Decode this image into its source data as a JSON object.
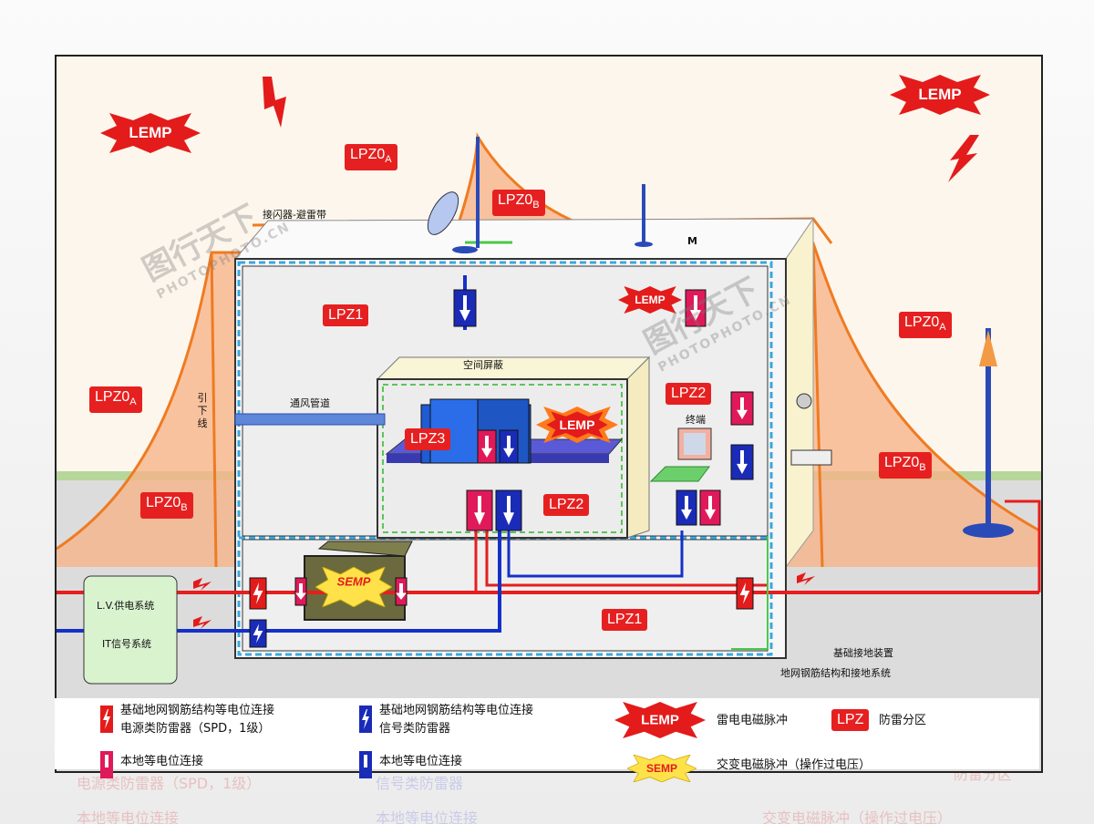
{
  "zones": {
    "lpz0a_top": {
      "main": "LPZ0",
      "sub": "A"
    },
    "lpz0b_top": {
      "main": "LPZ0",
      "sub": "B"
    },
    "lpz0a_left": {
      "main": "LPZ0",
      "sub": "A"
    },
    "lpz0b_left": {
      "main": "LPZ0",
      "sub": "B"
    },
    "lpz0a_right": {
      "main": "LPZ0",
      "sub": "A"
    },
    "lpz0b_right": {
      "main": "LPZ0",
      "sub": "B"
    },
    "lpz1_top": "LPZ1",
    "lpz1_bottom": "LPZ1",
    "lpz2_inner": "LPZ2",
    "lpz2_right": "LPZ2",
    "lpz3": "LPZ3"
  },
  "labels": {
    "air_terminal": "接闪器-避雷带",
    "down_conductor": "引下线",
    "vent_pipe": "通风管道",
    "space_shield": "空间屏蔽",
    "terminal": "终端",
    "lv_supply": "L.V.供电系统",
    "it_signal": "IT信号系统",
    "foundation_earth": "基础接地装置",
    "earth_grid": "地网钢筋结构和接地系统",
    "motor": "M"
  },
  "badges": {
    "lemp": "LEMP",
    "semp": "SEMP"
  },
  "legend": {
    "power_spd_line1": "基础地网钢筋结构等电位连接",
    "power_spd_line2": "电源类防雷器（SPD，1级）",
    "signal_spd_line1": "基础地网钢筋结构等电位连接",
    "signal_spd_line2": "信号类防雷器",
    "local_bond_red": "本地等电位连接",
    "local_bond_blue": "本地等电位连接",
    "lemp_desc": "雷电电磁脉冲",
    "lpz_tag": "LPZ",
    "lpz_desc": "防雷分区",
    "semp_desc": "交变电磁脉冲（操作过电压）"
  },
  "ghost": {
    "row1_left": "电源类防雷器（SPD，1级）",
    "row1_mid": "信号类防雷器",
    "row1_right": "防雷分区",
    "row2_left": "本地等电位连接",
    "row2_mid": "本地等电位连接",
    "row2_right": "交变电磁脉冲（操作过电压）"
  },
  "watermark": {
    "cn": "图行天下",
    "en": "PHOTOPHOTO.CN"
  },
  "colors": {
    "zone_fill": "#f7b488",
    "zone_line": "#ef7b22",
    "spd_red": "#e0195a",
    "spd_blue": "#1a2bb8",
    "power_line": "#e51e1e",
    "signal_line": "#1530c8",
    "lemp_red": "#e41b1b",
    "semp_yellow": "#ffe24a"
  }
}
